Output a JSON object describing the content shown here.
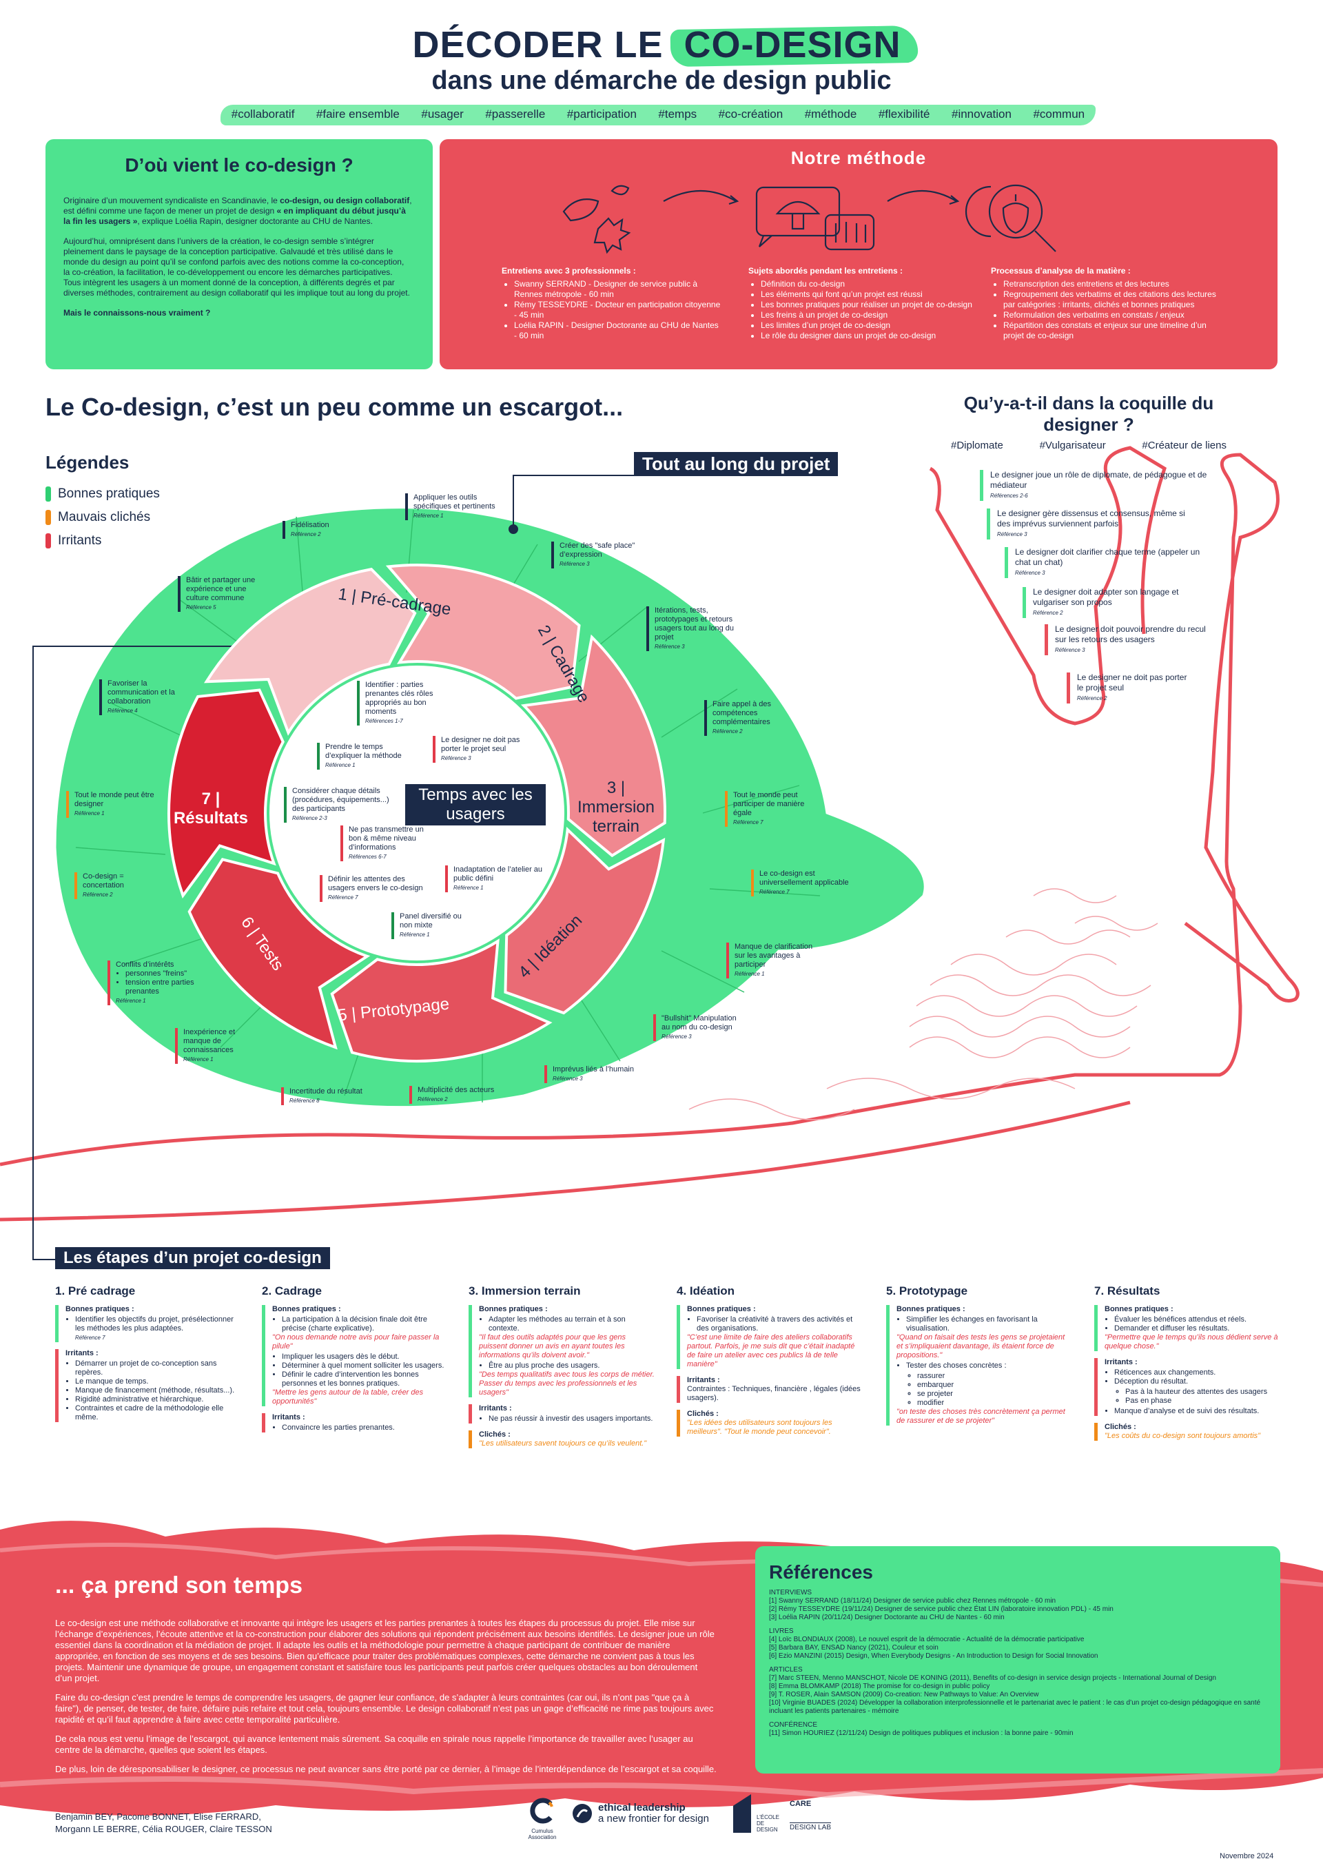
{
  "header": {
    "title_part1": "DÉCODER LE",
    "title_part2": "CO-DESIGN",
    "subtitle": "dans une démarche de design public",
    "tags": [
      "#collaboratif",
      "#faire ensemble",
      "#usager",
      "#passerelle",
      "#participation",
      "#temps",
      "#co-création",
      "#méthode",
      "#flexibilité",
      "#innovation",
      "#commun"
    ]
  },
  "origin": {
    "title": "D’où vient le co-design ?",
    "p1_a": "Originaire d’un mouvement syndicaliste en Scandinavie, le ",
    "p1_b": "co-design, ou design collaboratif",
    "p1_c": ", est défini comme une façon de mener un projet de design ",
    "p1_d": "« en impliquant du début jusqu’à la fin les usagers »",
    "p1_e": ", explique Loélia Rapin, designer doctorante au CHU de Nantes.",
    "p2": "Aujourd’hui, omniprésent dans l’univers de la création, le co-design semble s’intégrer pleinement dans le paysage de la conception participative. Galvaudé et très utilisé dans le monde du design au point qu’il se confond parfois avec des notions comme la co-conception, la co-création, la facilitation, le co-développement ou encore les démarches participatives. Tous intègrent les usagers à un moment donné de la conception, à différents degrés et par diverses méthodes, contrairement au design collaboratif qui les implique tout au long du projet.",
    "question": "Mais le connaissons-nous vraiment ?"
  },
  "method": {
    "title": "Notre méthode",
    "col1_title": "Entretiens avec 3 professionnels :",
    "col1_items": [
      "Swanny SERRAND - Designer de service public à Rennes métropole - 60 min",
      "Rémy TESSEYDRE - Docteur en participation citoyenne - 45 min",
      "Loélia RAPIN - Designer Doctorante au CHU de Nantes - 60 min"
    ],
    "col2_title": "Sujets abordés pendant les entretiens :",
    "col2_items": [
      "Définition du co-design",
      "Les éléments qui font qu’un projet est réussi",
      "Les bonnes pratiques pour réaliser un projet de co-design",
      "Les freins à un projet de co-design",
      "Les limites d’un projet de co-design",
      "Le rôle du designer dans un projet de co-design"
    ],
    "col3_title": "Processus d’analyse de la matière :",
    "col3_items": [
      "Retranscription des entretiens et des lectures",
      "Regroupement des verbatims et des citations des lectures par catégories : irritants, clichés et bonnes pratiques",
      "Reformulation des verbatims en constats / enjeux",
      "Répartition des constats et enjeux sur une timeline d’un projet de co-design"
    ]
  },
  "snail_section": {
    "heading": "Le Co-design, c’est un peu comme un escargot...",
    "legend_title": "Légendes",
    "legend": [
      {
        "label": "Bonnes pratiques",
        "color": "#2fcf72"
      },
      {
        "label": "Mauvais clichés",
        "color": "#f08a17"
      },
      {
        "label": "Irritants",
        "color": "#e23a49"
      }
    ],
    "all_along": "Tout au long du projet",
    "center": "Temps avec les usagers",
    "steps": [
      "1 | Pré-cadrage",
      "2 | Cadrage",
      "3 | Immersion terrain",
      "4 | Idéation",
      "5 | Prototypage",
      "6 | Tests",
      "7 | Résultats"
    ],
    "outer_notes": [
      {
        "text": "Appliquer les outils spécifiques et pertinents",
        "ref": "Référence 1"
      },
      {
        "text": "Fidélisation",
        "ref": "Référence 2"
      },
      {
        "text": "Créer des \"safe place\" d’expression",
        "ref": "Référence 3"
      },
      {
        "text": "Bâtir et partager une expérience et une culture commune",
        "ref": "Référence 5"
      },
      {
        "text": "Itérations, tests, prototypages et retours usagers tout au long du projet",
        "ref": "Référence 3"
      },
      {
        "text": "Favoriser la communication et la collaboration",
        "ref": "Référence 4"
      },
      {
        "text": "Faire appel à des compétences complémentaires",
        "ref": "Référence 2"
      },
      {
        "text": "Tout le monde peut être designer",
        "ref": "Référence 1"
      },
      {
        "text": "Tout le monde peut participer de manière égale",
        "ref": "Référence 7"
      },
      {
        "text": "Co-design = concertation",
        "ref": "Référence 2"
      },
      {
        "text": "Le co-design est universellement applicable",
        "ref": "Référence 7"
      },
      {
        "text": "Manque de clarification sur les avantages à participer",
        "ref": "Référence 1"
      },
      {
        "text": "Conflits d’intérêts",
        "ref": "Référence 1"
      },
      {
        "text": "\"Bullshit\" Manipulation au nom du co-design",
        "ref": "Référence 3"
      },
      {
        "text": "Inexpérience et manque de connaissances",
        "ref": "Référence 1"
      },
      {
        "text": "Imprévus liés à l’humain",
        "ref": "Référence 3"
      },
      {
        "text": "Incertitude du résultat",
        "ref": "Référence 8"
      },
      {
        "text": "Multiplicité des acteurs",
        "ref": "Référence 2"
      }
    ],
    "conflict_items": [
      "personnes \"freins\"",
      "tension entre parties prenantes"
    ],
    "inner_notes": [
      {
        "text": "Identifier : parties prenantes clés rôles appropriés au bon moments",
        "ref": "Références 1-7"
      },
      {
        "text": "Prendre le temps d’expliquer la méthode",
        "ref": "Référence 1"
      },
      {
        "text": "Le designer ne doit pas porter le projet seul",
        "ref": "Référence 3"
      },
      {
        "text": "Considérer chaque détails (procédures, équipements...) des participants",
        "ref": "Référence 2-3"
      },
      {
        "text": "Ne pas transmettre un bon & même niveau d’informations",
        "ref": "Références 6-7"
      },
      {
        "text": "Inadaptation de l’atelier au public défini",
        "ref": "Référence 1"
      },
      {
        "text": "Définir les attentes des usagers envers le co-design",
        "ref": "Référence 7"
      },
      {
        "text": "Panel diversifié ou non mixte",
        "ref": "Référence 1"
      }
    ]
  },
  "shell": {
    "title": "Qu’y-a-t-il dans la coquille du designer ?",
    "tags": [
      "#Diplomate",
      "#Vulgarisateur",
      "#Créateur de liens"
    ],
    "items": [
      {
        "text": "Le designer joue un rôle de diplomate, de pédagogue et de médiateur",
        "ref": "Références 2-6"
      },
      {
        "text": "Le designer gère dissensus et consensus, même si des imprévus surviennent parfois",
        "ref": "Référence 3"
      },
      {
        "text": "Le designer doit clarifier chaque terme (appeler un chat un chat)",
        "ref": "Référence 3"
      },
      {
        "text": "Le designer doit adapter son langage et vulgariser son propos",
        "ref": "Référence 2"
      },
      {
        "text": "Le designer doit pouvoir prendre du recul sur les retours des usagers",
        "ref": "Référence 3"
      },
      {
        "text": "Le designer ne doit pas porter le projet seul",
        "ref": "Référence 2"
      }
    ]
  },
  "steps_section": {
    "label": "Les étapes d’un projet co-design",
    "steps": [
      {
        "title": "1. Pré cadrage",
        "good_title": "Bonnes pratiques :",
        "good": [
          "Identifier les objectifs du projet, présélectionner les méthodes les plus adaptées."
        ],
        "good_ref": "Référence 7",
        "bad_title": "Irritants :",
        "bad": [
          "Démarrer un projet de co-conception sans repères.",
          "Le manque de temps.",
          "Manque de financement (méthode, résultats...).",
          "Rigidité administrative et hiérarchique.",
          "Contraintes et cadre de la méthodologie elle même."
        ]
      },
      {
        "title": "2. Cadrage",
        "good_title": "Bonnes pratiques :",
        "good": [
          "La participation à la décision finale doit être précise (charte explicative)."
        ],
        "quote1": "\"On nous demande notre avis pour faire passer la pilule\"",
        "good2": [
          "Impliquer les usagers dès le début.",
          "Déterminer à quel moment solliciter les usagers.",
          "Définir le cadre d’intervention les bonnes personnes et les bonnes pratiques."
        ],
        "quote2": "\"Mettre les gens autour de la table, créer des opportunités\"",
        "bad_title": "Irritants :",
        "bad": [
          "Convaincre les parties prenantes."
        ]
      },
      {
        "title": "3. Immersion terrain",
        "good_title": "Bonnes pratiques :",
        "good": [
          "Adapter les méthodes au terrain et à son contexte."
        ],
        "quote1": "\"Il faut des outils adaptés pour que les gens puissent donner un avis en ayant toutes les informations qu’ils doivent avoir.\"",
        "good2": [
          "Être au plus proche des usagers."
        ],
        "quote2": "\"Des temps qualitatifs avec tous les corps de métier. Passer du temps avec les professionnels et les usagers\"",
        "bad_title": "Irritants :",
        "bad": [
          "Ne pas réussir à investir des usagers importants."
        ],
        "cliche_title": "Clichés :",
        "cliche": "\"Les utilisateurs savent toujours ce qu’ils veulent.\""
      },
      {
        "title": "4. Idéation",
        "good_title": "Bonnes pratiques :",
        "good": [
          "Favoriser la créativité à travers des activités et des organisations."
        ],
        "quote1": "\"C’est une limite de faire des ateliers collaboratifs partout. Parfois, je me suis dit que c’était inadapté de faire un atelier avec ces publics là de telle manière\"",
        "bad_title": "Irritants :",
        "bad_text": "Contraintes : Techniques, financière , légales (idées usagers).",
        "cliche_title": "Clichés :",
        "cliche": "\"Les idées des utilisateurs sont toujours les meilleurs\". \"Tout le monde peut concevoir\"."
      },
      {
        "title": "5. Prototypage",
        "good_title": "Bonnes pratiques :",
        "good": [
          "Simplifier les échanges en favorisant la visualisation."
        ],
        "quote1": "\"Quand on faisait des tests les gens se projetaient et s’impliquaient davantage, ils étaient force de propositions.\"",
        "good2": [
          "Tester des choses concrètes :"
        ],
        "sub": [
          "rassurer",
          "embarquer",
          "se projeter",
          "modifier"
        ],
        "quote2": "\"on teste des choses très concrètement ça permet de rassurer et de se projeter\""
      },
      {
        "title": "7. Résultats",
        "good_title": "Bonnes pratiques :",
        "good": [
          "Évaluer les bénéfices attendus et réels.",
          "Demander et diffuser les résultats."
        ],
        "quote1": "\"Permettre que le temps qu’ils nous dédient serve à quelque chose.\"",
        "bad_title": "Irritants :",
        "bad": [
          "Réticences aux changements.",
          "Déception du résultat."
        ],
        "sub": [
          "Pas à la hauteur des attentes des usagers",
          "Pas en phase"
        ],
        "bad2": [
          "Manque d’analyse et de suivi des résultats."
        ],
        "cliche_title": "Clichés :",
        "cliche": "\"Les coûts du co-design sont toujours amortis\""
      }
    ]
  },
  "conclusion": {
    "title": "... ça prend son temps",
    "p1": "Le co-design est une méthode collaborative et innovante qui intègre les usagers et les parties prenantes à toutes les étapes du processus du projet. Elle mise sur l’échange d’expériences, l’écoute attentive et la co-construction pour élaborer des solutions qui répondent précisément aux besoins identifiés. Le designer joue un rôle essentiel dans la coordination et la médiation de projet. Il adapte les outils et la méthodologie pour permettre à chaque participant de contribuer de manière appropriée, en fonction de ses moyens et de ses besoins. Bien qu’efficace pour traiter des problématiques complexes, cette démarche ne convient pas à tous les projets. Maintenir une dynamique de groupe, un engagement constant et satisfaire tous les participants peut parfois créer quelques obstacles au bon déroulement d’un projet.",
    "p2": "Faire du co-design c’est prendre le temps de comprendre les usagers, de gagner leur confiance, de s’adapter à leurs contraintes (car oui, ils n’ont pas \"que ça à faire\"), de penser, de tester, de faire, défaire puis refaire et tout cela, toujours ensemble. Le design collaboratif n’est pas un gage d’efficacité ne rime pas toujours avec rapidité et qu’il faut apprendre à faire avec cette temporalité particulière.",
    "p3": "De cela nous est venu l’image de l’escargot, qui avance lentement mais sûrement. Sa coquille en spirale nous rappelle l’importance de travailler avec l’usager au centre de la démarche, quelles que soient les étapes.",
    "p4": "De plus, loin de déresponsabiliser le designer, ce processus ne peut avancer sans être porté par ce dernier, à l’image de l’interdépendance de l’escargot et sa coquille.",
    "authors1": "Benjamin BEY, Pacome BONNET, Elise FERRARD,",
    "authors2": "Morgann LE BERRE, Célia ROUGER, Claire TESSON",
    "date": "Novembre 2024",
    "logo1": "Cumulus Association",
    "logo2a": "ethical leadership",
    "logo2b": "a new frontier for design",
    "logo3a": "L’ÉCOLE DE DESIGN",
    "logo3b": "CARE",
    "logo3c": "DESIGN LAB"
  },
  "references": {
    "title": "Références",
    "sections": [
      {
        "name": "INTERVIEWS",
        "items": [
          "[1] Swanny SERRAND (18/11/24) Designer de service public chez Rennes métropole - 60 min",
          "[2] Rémy TESSEYDRE (19/11/24) Designer de service public chez État LIN (laboratoire innovation PDL) - 45 min",
          "[3] Loélia RAPIN (20/11/24) Designer Doctorante au CHU de Nantes - 60 min"
        ]
      },
      {
        "name": "LIVRES",
        "items": [
          "[4] Loïc BLONDIAUX (2008), Le nouvel esprit de la démocratie - Actualité de la démocratie participative",
          "[5] Barbara BAY, ENSAD Nancy (2021), Couleur et soin",
          "[6] Ezio MANZINI (2015) Design, When Everybody Designs - An Introduction to Design for Social Innovation"
        ]
      },
      {
        "name": "ARTICLES",
        "items": [
          "[7] Marc STEEN, Menno MANSCHOT, Nicole DE KONING (2011), Benefits of co-design in service design projects - International Journal of Design",
          "[8] Emma BLOMKAMP (2018) The promise for co-design in public policy",
          "[9] T. ROSER, Alain SAMSON (2009) Co-creation: New Pathways to Value: An Overview",
          "[10] Virginie BUADES (2024) Développer la collaboration interprofessionnelle et le partenariat avec le patient : le cas d’un projet co-design pédagogique en santé incluant les patients partenaires - mémoire"
        ]
      },
      {
        "name": "CONFÉRENCE",
        "items": [
          "[11] Simon HOURIEZ (12/11/24) Design de politiques publiques et inclusion : la bonne paire - 90min"
        ]
      }
    ]
  },
  "colors": {
    "green": "#4ee38f",
    "red": "#e94f5a",
    "navy": "#1b2a48",
    "orange": "#f08a17"
  }
}
